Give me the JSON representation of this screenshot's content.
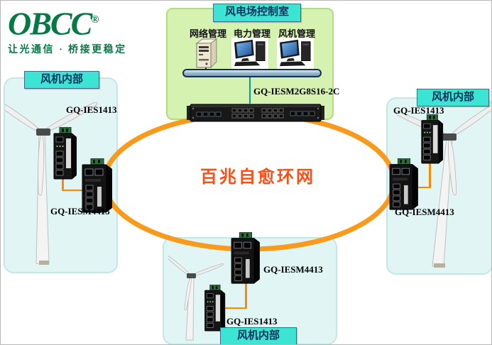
{
  "logo": {
    "brand": "OBCC",
    "registered_mark": "®",
    "tagline": "让光通信 · 桥接更稳定",
    "brand_color": "#067A46"
  },
  "control_room": {
    "title": "风电场控制室",
    "stations": [
      {
        "label": "网络管理",
        "icon": "server-tower-icon"
      },
      {
        "label": "电力管理",
        "icon": "desktop-computer-icon"
      },
      {
        "label": "风机管理",
        "icon": "desktop-computer-icon"
      }
    ],
    "core_switch_label": "GQ-IESM2G8S16-2C"
  },
  "ring": {
    "label": "百兆自愈环网",
    "stroke_color": "#F89B1C",
    "label_color": "#FF4E14"
  },
  "sites": {
    "left": {
      "title": "风机内部",
      "devices": [
        {
          "label": "GQ-IES1413"
        },
        {
          "label": "GQ-IESM4413"
        }
      ]
    },
    "right": {
      "title": "风机内部",
      "devices": [
        {
          "label": "GQ-IES1413"
        },
        {
          "label": "GQ-IESM4413"
        }
      ]
    },
    "bottom": {
      "title": "风机内部",
      "devices": [
        {
          "label": "GQ-IESM4413"
        },
        {
          "label": "GQ-IES1413"
        }
      ]
    }
  },
  "colors": {
    "control_room_bg": "#D6F2B0",
    "site_box_bg": "#E1F5F5",
    "header_bg": "#3CE4D4",
    "connector": "#FF8800",
    "uplink": "#00A0A0"
  }
}
